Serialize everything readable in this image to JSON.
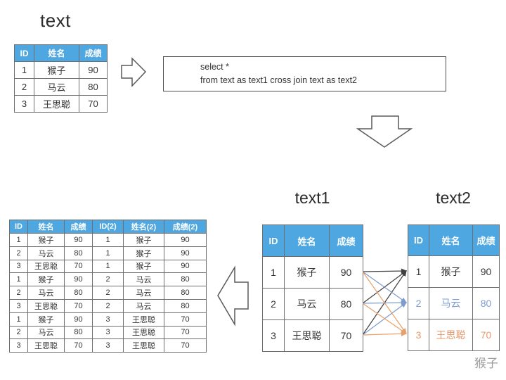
{
  "titles": {
    "source": "text",
    "text1": "text1",
    "text2": "text2"
  },
  "sql": {
    "line1": "select *",
    "line2": "from text as text1 cross join text as text2"
  },
  "source_table": {
    "headers": [
      "ID",
      "姓名",
      "成绩"
    ],
    "rows": [
      [
        "1",
        "猴子",
        "90"
      ],
      [
        "2",
        "马云",
        "80"
      ],
      [
        "3",
        "王思聪",
        "70"
      ]
    ]
  },
  "text1_table": {
    "headers": [
      "ID",
      "姓名",
      "成绩"
    ],
    "rows": [
      [
        "1",
        "猴子",
        "90"
      ],
      [
        "2",
        "马云",
        "80"
      ],
      [
        "3",
        "王思聪",
        "70"
      ]
    ]
  },
  "text2_table": {
    "headers": [
      "ID",
      "姓名",
      "成绩"
    ],
    "rows": [
      [
        "1",
        "猴子",
        "90"
      ],
      [
        "2",
        "马云",
        "80"
      ],
      [
        "3",
        "王思聪",
        "70"
      ]
    ],
    "row_text_colors": [
      "#333333",
      "#7c9cce",
      "#e8996b"
    ]
  },
  "result_table": {
    "headers": [
      "ID",
      "姓名",
      "成绩",
      "ID(2)",
      "姓名(2)",
      "成绩(2)"
    ],
    "rows": [
      [
        "1",
        "猴子",
        "90",
        "1",
        "猴子",
        "90"
      ],
      [
        "2",
        "马云",
        "80",
        "1",
        "猴子",
        "90"
      ],
      [
        "3",
        "王思聪",
        "70",
        "1",
        "猴子",
        "90"
      ],
      [
        "1",
        "猴子",
        "90",
        "2",
        "马云",
        "80"
      ],
      [
        "2",
        "马云",
        "80",
        "2",
        "马云",
        "80"
      ],
      [
        "3",
        "王思聪",
        "70",
        "2",
        "马云",
        "80"
      ],
      [
        "1",
        "猴子",
        "90",
        "3",
        "王思聪",
        "70"
      ],
      [
        "2",
        "马云",
        "80",
        "3",
        "王思聪",
        "70"
      ],
      [
        "3",
        "王思聪",
        "70",
        "3",
        "王思聪",
        "70"
      ]
    ]
  },
  "colors": {
    "table_header_bg": "#4ea7e0",
    "table_header_text": "#ffffff",
    "join_line_to_row1": "#404040",
    "join_line_to_row2": "#7c9cce",
    "join_line_to_row3": "#e8a06a",
    "arrow_outline": "#595959"
  },
  "watermark": "猴子"
}
